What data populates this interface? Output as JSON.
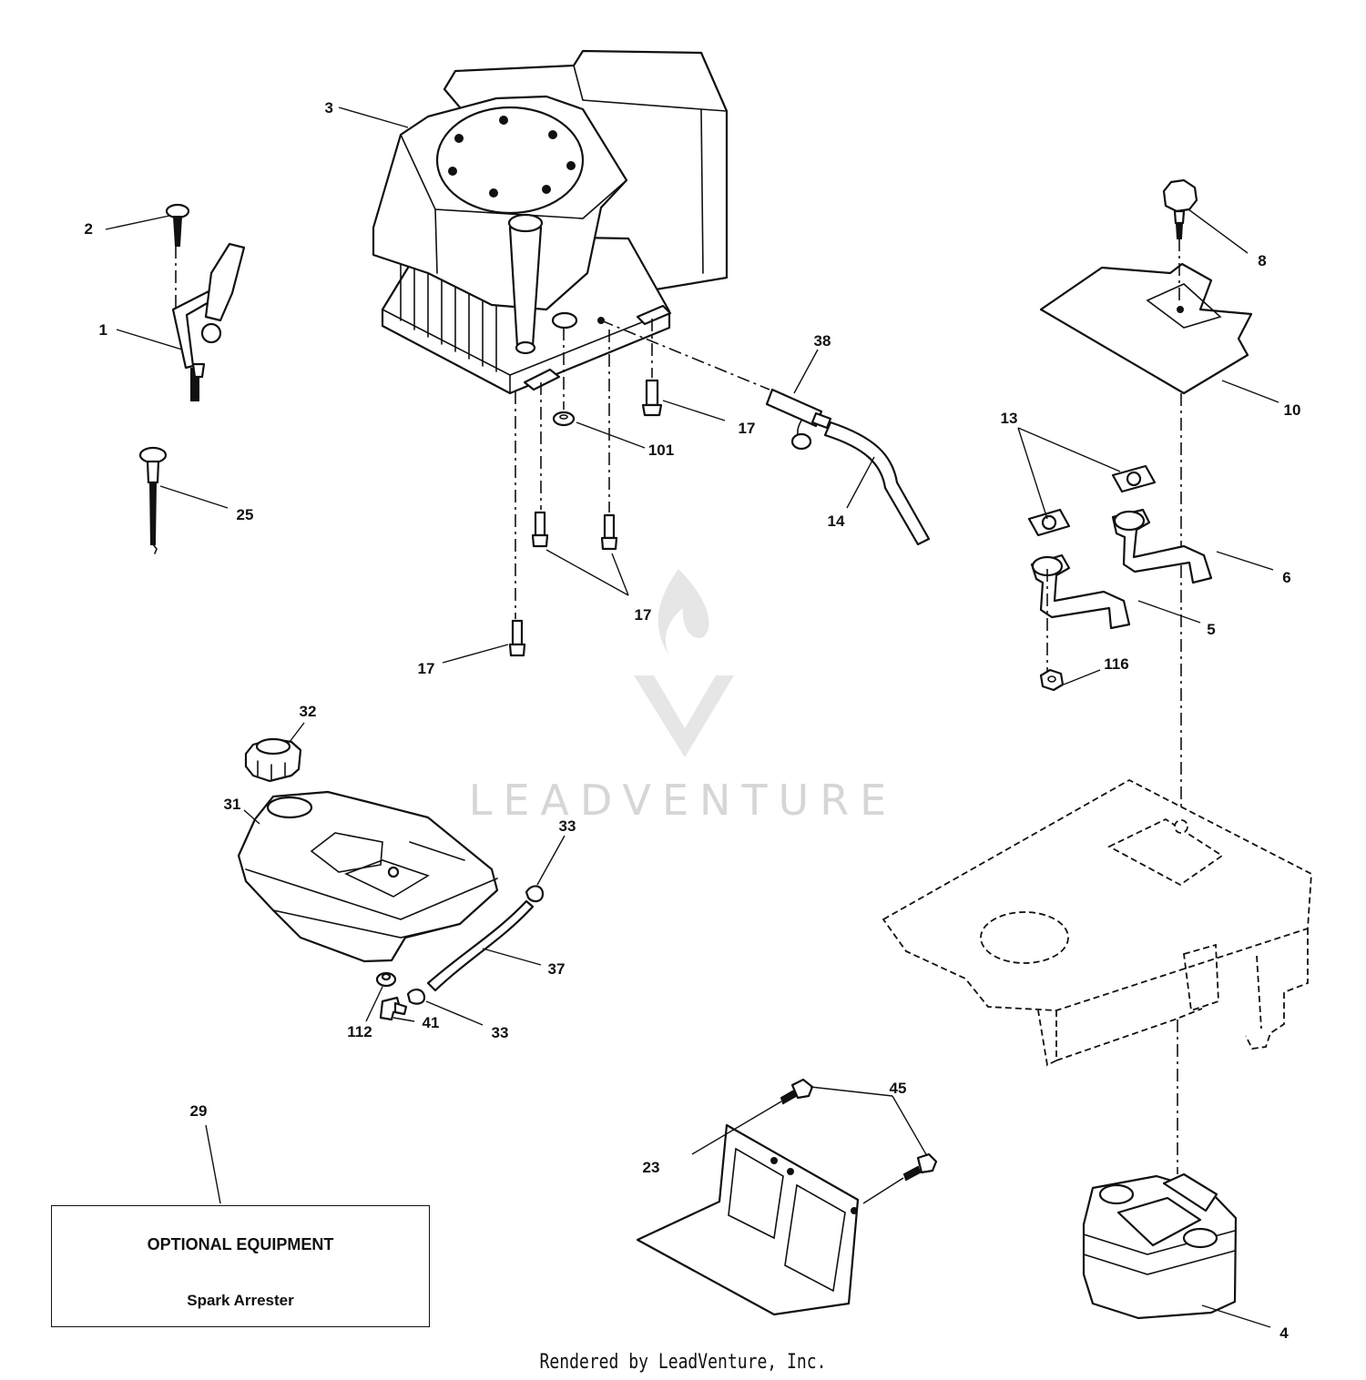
{
  "callouts": {
    "c1": "1",
    "c2": "2",
    "c3": "3",
    "c4": "4",
    "c5": "5",
    "c6": "6",
    "c8": "8",
    "c10": "10",
    "c13": "13",
    "c14": "14",
    "c17a": "17",
    "c17b": "17",
    "c17c": "17",
    "c23": "23",
    "c25": "25",
    "c29": "29",
    "c31": "31",
    "c32": "32",
    "c33a": "33",
    "c33b": "33",
    "c37": "37",
    "c38": "38",
    "c41": "41",
    "c45": "45",
    "c101": "101",
    "c112": "112",
    "c116": "116"
  },
  "optional_box": {
    "title": "OPTIONAL EQUIPMENT",
    "item": "Spark Arrester"
  },
  "watermark": "LEADVENTURE",
  "footer": "Rendered by LeadVenture, Inc."
}
